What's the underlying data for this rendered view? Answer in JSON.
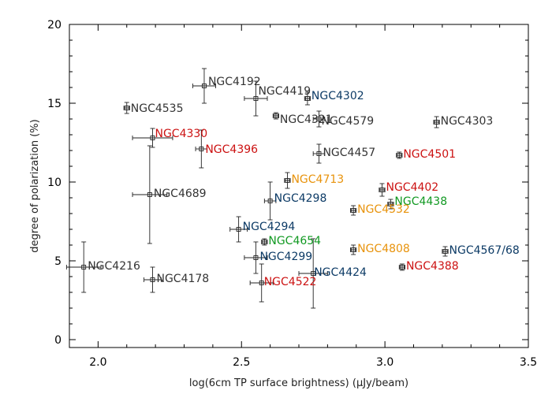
{
  "chart_data": {
    "type": "scatter",
    "xlabel": "log(6cm TP surface brightness) (µJy/beam)",
    "ylabel": "degree of polarization (%)",
    "xlim": [
      1.9,
      3.5
    ],
    "ylim": [
      -0.5,
      20
    ],
    "xticks": [
      2.0,
      2.5,
      3.0,
      3.5
    ],
    "xtick_labels": [
      "2.0",
      "2.5",
      "3.0",
      "3.5"
    ],
    "yticks": [
      0,
      5,
      10,
      15,
      20
    ],
    "ytick_labels": [
      "0",
      "5",
      "10",
      "15",
      "20"
    ],
    "grid": false,
    "label_colors": {
      "gray": "#333333",
      "red": "#cc1111",
      "blue": "#0d3b66",
      "orange": "#e8930c",
      "green": "#119922"
    },
    "points": [
      {
        "name": "NGC4535",
        "x": 2.1,
        "y": 14.7,
        "xerr": 0.01,
        "yerr": 0.35,
        "label_color": "gray",
        "dx": 2,
        "dy": 0
      },
      {
        "name": "NGC4192",
        "x": 2.37,
        "y": 16.1,
        "xerr": 0.04,
        "yerr": 1.1,
        "label_color": "gray",
        "dx": 2,
        "dy": -6
      },
      {
        "name": "NGC4419",
        "x": 2.55,
        "y": 15.3,
        "xerr": 0.04,
        "yerr": 1.1,
        "label_color": "gray",
        "dx": 0,
        "dy": -10
      },
      {
        "name": "NGC4302",
        "x": 2.73,
        "y": 15.3,
        "xerr": 0.01,
        "yerr": 0.4,
        "label_color": "blue",
        "dx": 2,
        "dy": -4
      },
      {
        "name": "NGC4321",
        "x": 2.62,
        "y": 14.2,
        "xerr": 0.01,
        "yerr": 0.2,
        "label_color": "gray",
        "dx": 2,
        "dy": 4
      },
      {
        "name": "NGC4579",
        "x": 2.77,
        "y": 14.0,
        "xerr": 0.02,
        "yerr": 0.5,
        "label_color": "gray",
        "dx": 0,
        "dy": 2
      },
      {
        "name": "NGC4303",
        "x": 3.18,
        "y": 13.8,
        "xerr": 0.01,
        "yerr": 0.35,
        "label_color": "gray",
        "dx": 2,
        "dy": -2
      },
      {
        "name": "NGC4330",
        "x": 2.19,
        "y": 12.8,
        "xerr": 0.07,
        "yerr": 0.6,
        "label_color": "red",
        "dx": 0,
        "dy": -6
      },
      {
        "name": "NGC4396",
        "x": 2.36,
        "y": 12.1,
        "xerr": 0.02,
        "yerr": 1.2,
        "label_color": "red",
        "dx": 2,
        "dy": 0
      },
      {
        "name": "NGC4457",
        "x": 2.77,
        "y": 11.8,
        "xerr": 0.02,
        "yerr": 0.6,
        "label_color": "gray",
        "dx": 2,
        "dy": -2
      },
      {
        "name": "NGC4501",
        "x": 3.05,
        "y": 11.7,
        "xerr": 0.01,
        "yerr": 0.2,
        "label_color": "red",
        "dx": 2,
        "dy": -2
      },
      {
        "name": "NGC4713",
        "x": 2.66,
        "y": 10.1,
        "xerr": 0.01,
        "yerr": 0.5,
        "label_color": "orange",
        "dx": 2,
        "dy": -2
      },
      {
        "name": "NGC4689",
        "x": 2.18,
        "y": 9.2,
        "xerr": 0.06,
        "yerr": 3.1,
        "label_color": "gray",
        "dx": 2,
        "dy": -2
      },
      {
        "name": "NGC4402",
        "x": 2.99,
        "y": 9.5,
        "xerr": 0.01,
        "yerr": 0.4,
        "label_color": "red",
        "dx": 2,
        "dy": -4
      },
      {
        "name": "NGC4298",
        "x": 2.6,
        "y": 8.8,
        "xerr": 0.02,
        "yerr": 1.2,
        "label_color": "blue",
        "dx": 2,
        "dy": -4
      },
      {
        "name": "NGC4438",
        "x": 3.02,
        "y": 8.6,
        "xerr": 0.01,
        "yerr": 0.3,
        "label_color": "green",
        "dx": 2,
        "dy": -4
      },
      {
        "name": "NGC4532",
        "x": 2.89,
        "y": 8.2,
        "xerr": 0.01,
        "yerr": 0.3,
        "label_color": "orange",
        "dx": 2,
        "dy": -2
      },
      {
        "name": "NGC4294",
        "x": 2.49,
        "y": 7.0,
        "xerr": 0.03,
        "yerr": 0.8,
        "label_color": "blue",
        "dx": 2,
        "dy": -4
      },
      {
        "name": "NGC4654",
        "x": 2.58,
        "y": 6.2,
        "xerr": 0.01,
        "yerr": 0.2,
        "label_color": "green",
        "dx": 2,
        "dy": -2
      },
      {
        "name": "NGC4808",
        "x": 2.89,
        "y": 5.7,
        "xerr": 0.01,
        "yerr": 0.3,
        "label_color": "orange",
        "dx": 2,
        "dy": -2
      },
      {
        "name": "NGC4567/68",
        "x": 3.21,
        "y": 5.6,
        "xerr": 0.01,
        "yerr": 0.3,
        "label_color": "blue",
        "dx": 2,
        "dy": -2
      },
      {
        "name": "NGC4299",
        "x": 2.55,
        "y": 5.2,
        "xerr": 0.04,
        "yerr": 1.0,
        "label_color": "blue",
        "dx": 2,
        "dy": -2
      },
      {
        "name": "NGC4216",
        "x": 1.95,
        "y": 4.6,
        "xerr": 0.06,
        "yerr": 1.6,
        "label_color": "gray",
        "dx": 2,
        "dy": -2
      },
      {
        "name": "NGC4388",
        "x": 3.06,
        "y": 4.6,
        "xerr": 0.01,
        "yerr": 0.2,
        "label_color": "red",
        "dx": 2,
        "dy": -2
      },
      {
        "name": "NGC4424",
        "x": 2.75,
        "y": 4.2,
        "xerr": 0.05,
        "yerr": 2.2,
        "label_color": "blue",
        "dx": -2,
        "dy": -2
      },
      {
        "name": "NGC4178",
        "x": 2.19,
        "y": 3.8,
        "xerr": 0.03,
        "yerr": 0.8,
        "label_color": "gray",
        "dx": 2,
        "dy": -2
      },
      {
        "name": "NGC4522",
        "x": 2.57,
        "y": 3.6,
        "xerr": 0.04,
        "yerr": 1.2,
        "label_color": "red",
        "dx": 0,
        "dy": -2
      }
    ]
  }
}
